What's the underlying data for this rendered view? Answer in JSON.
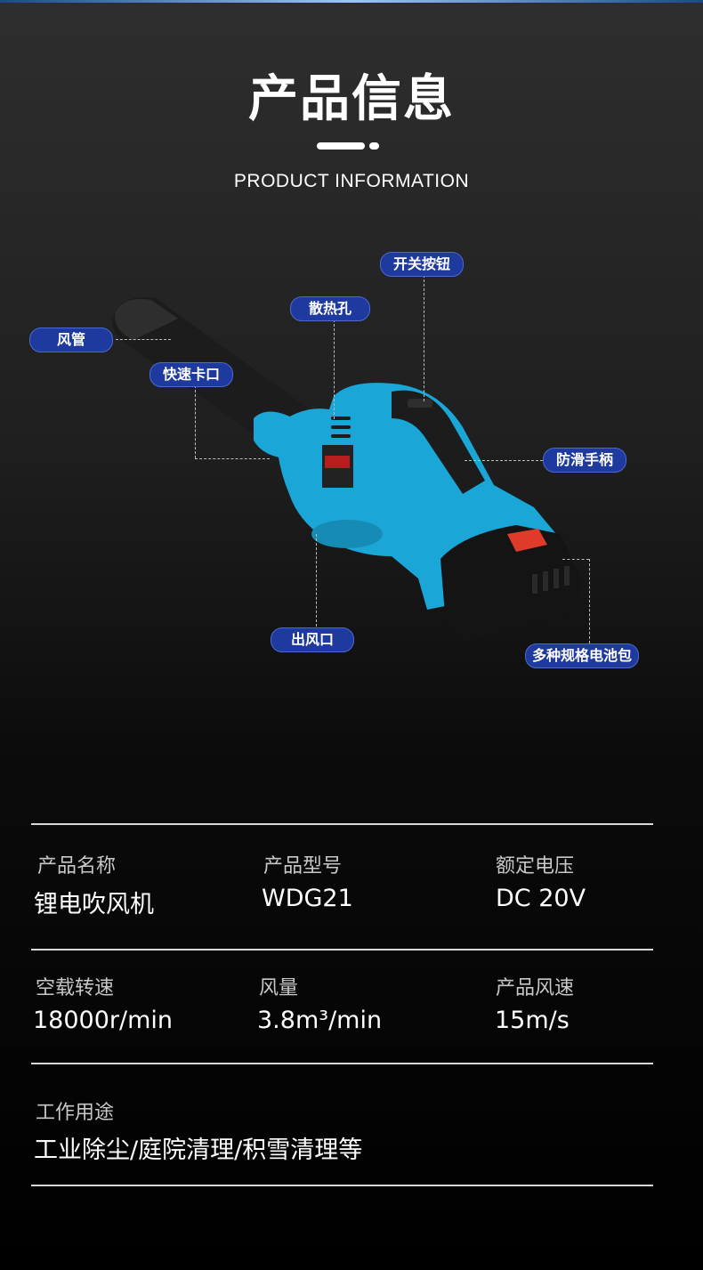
{
  "header": {
    "title": "产品信息",
    "subtitle": "PRODUCT INFORMATION"
  },
  "product": {
    "callouts": {
      "air_tube": "风管",
      "quick_lock": "快速卡口",
      "heat_vents": "散热孔",
      "power_switch": "开关按钮",
      "anti_slip_grip": "防滑手柄",
      "air_outlet": "出风口",
      "battery_pack": "多种规格电池包"
    },
    "colors": {
      "body": "#1aa6d6",
      "dark": "#1a1a1a",
      "callout_bg": "#1f3a9e",
      "switch": "#e03a2a"
    }
  },
  "specs": {
    "row1": [
      {
        "label": "产品名称",
        "value": "锂电吹风机"
      },
      {
        "label": "产品型号",
        "value": "WDG21"
      },
      {
        "label": "额定电压",
        "value": "DC 20V"
      }
    ],
    "row2": [
      {
        "label": "空载转速",
        "value": "18000r/min"
      },
      {
        "label": "风量",
        "value": "3.8m³/min"
      },
      {
        "label": "产品风速",
        "value": "15m/s"
      }
    ],
    "row3": [
      {
        "label": "工作用途",
        "value": "工业除尘/庭院清理/积雪清理等"
      }
    ]
  }
}
